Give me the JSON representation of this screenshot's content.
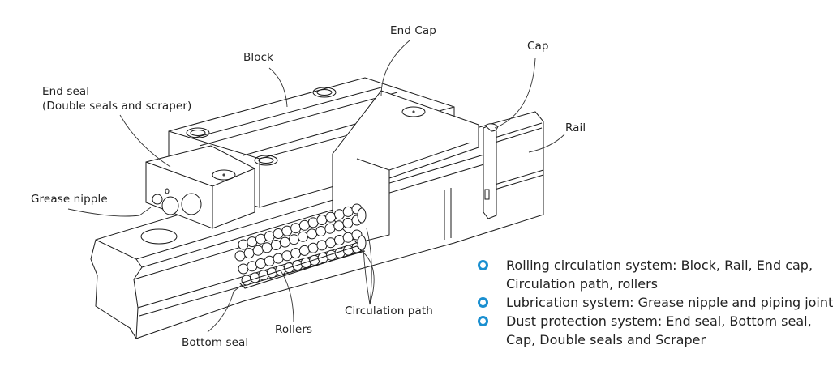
{
  "figure": {
    "subject": "Linear guide (block and rail) exploded line drawing",
    "labels": {
      "end_cap": "End Cap",
      "block": "Block",
      "cap": "Cap",
      "end_seal_line1": "End seal",
      "end_seal_line2": "(Double seals and scraper)",
      "rail": "Rail",
      "grease_nipple": "Grease nipple",
      "circulation_path": "Circulation path",
      "rollers": "Rollers",
      "bottom_seal": "Bottom seal"
    }
  },
  "legend": {
    "bullet_color": "#1a8fd0",
    "items": [
      {
        "line1": "Rolling circulation system: Block, Rail, End cap,",
        "line2": "Circulation path, rollers"
      },
      {
        "line1": "Lubrication system: Grease nipple and piping joint",
        "line2": ""
      },
      {
        "line1": "Dust protection system: End seal, Bottom seal,",
        "line2": "Cap, Double seals and Scraper"
      }
    ]
  }
}
